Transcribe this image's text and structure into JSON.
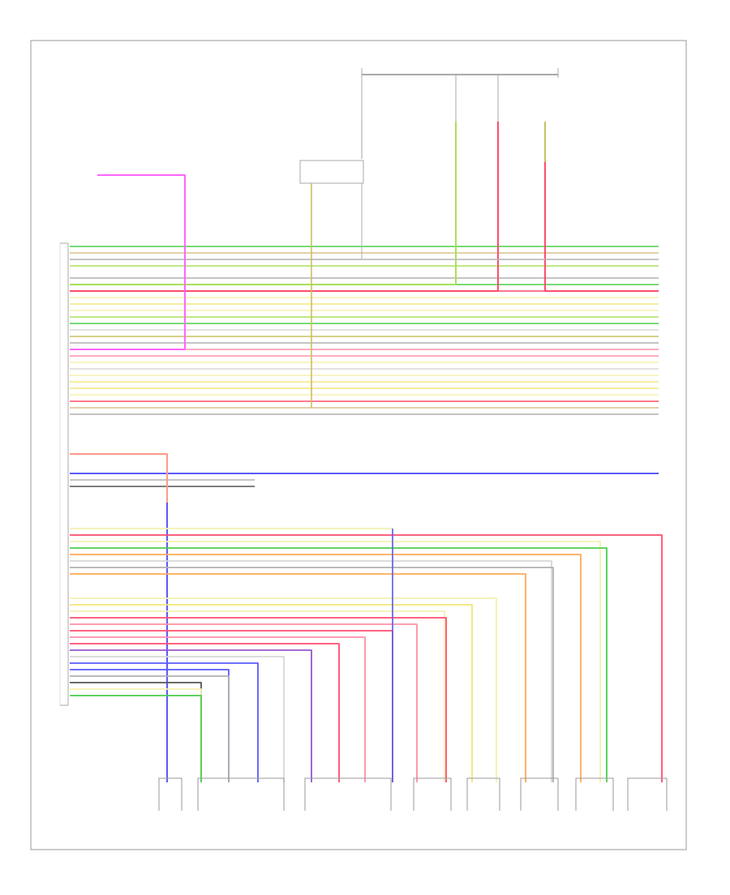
{
  "frame": {
    "page_id": ""
  },
  "top_labels": {
    "fuse_box": "",
    "fuse_box_note": "",
    "ctrl_module_note": ""
  },
  "bus_labels": {
    "unlock": "",
    "lock": "",
    "ground": ""
  },
  "harness_left_pins_text": "",
  "bottom_connectors": [
    {
      "id": "driver-power-door-lock-switch",
      "text": ""
    },
    {
      "id": "left-rear-power-door-lock-actuator",
      "text": ""
    },
    {
      "id": "left-front-door-lock-actuator",
      "text": ""
    },
    {
      "id": "left-front-door-switch",
      "text": ""
    },
    {
      "id": "left-rear-door-switch",
      "text": ""
    },
    {
      "id": "right-front-door-switch",
      "text": ""
    },
    {
      "id": "right-rear-door-lock-actuator",
      "text": ""
    },
    {
      "id": "trunk-lid-switch",
      "text": ""
    }
  ],
  "colors": {
    "green": "#4ccd4c",
    "lightgreen": "#a8e05a",
    "red": "#ff4d6d",
    "pink": "#ff8fa8",
    "yellow": "#f3e67a",
    "paleyellow": "#f5f0b0",
    "magenta": "#ff66ff",
    "blue": "#5a5aff",
    "orange": "#ffaa55",
    "gray": "#b0b0b0",
    "darkgray": "#555555",
    "olive": "#c8c060",
    "tan": "#d8c08a",
    "salmon": "#ff9a8a",
    "purple": "#9955cc",
    "lightgray": "#d8d8d8"
  }
}
